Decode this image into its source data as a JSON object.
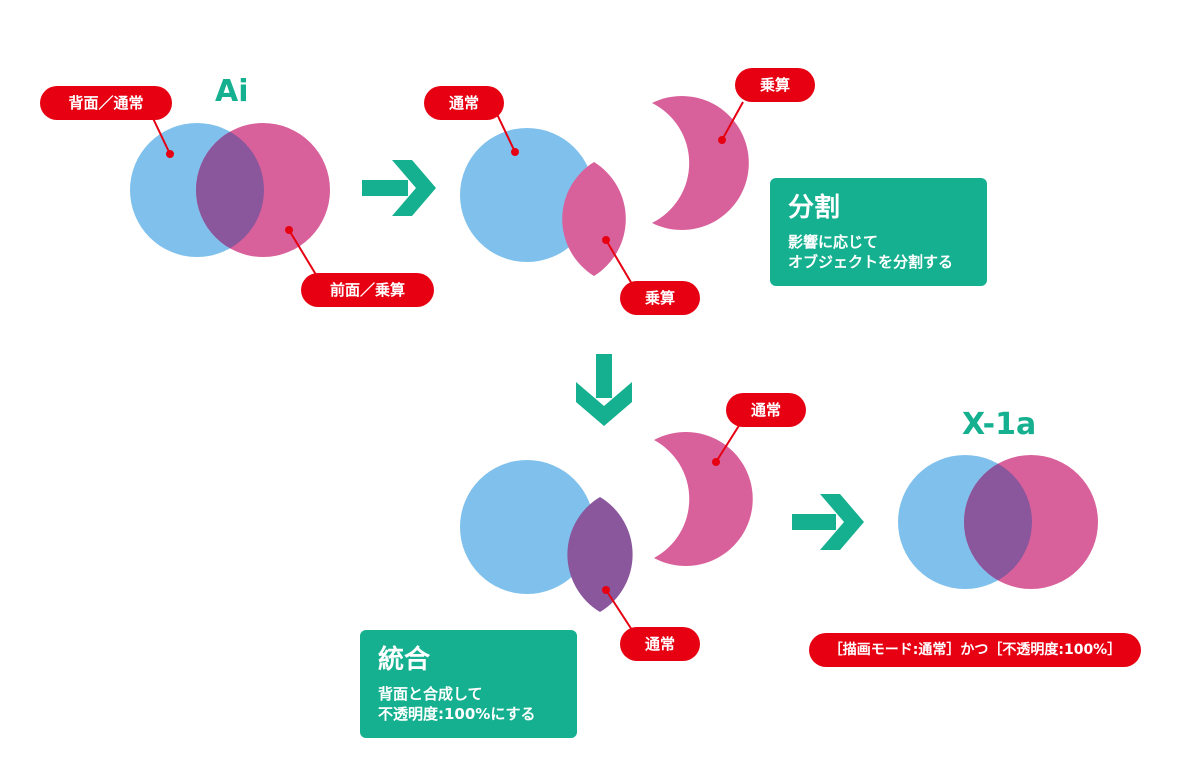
{
  "colors": {
    "normal": "#7fc1ec",
    "multiply": "#d9619b",
    "overlap": "#8a569c",
    "callout": "#e60012",
    "accent": "#15b08f"
  },
  "stage_ai": {
    "heading": "Ai",
    "label_back": "背面／通常",
    "label_front": "前面／乗算"
  },
  "stage_split": {
    "label_normal": "通常",
    "label_moon": "乗算",
    "label_lens": "乗算"
  },
  "note_split": {
    "title": "分割",
    "line1": "影響に応じて",
    "line2": "オブジェクトを分割する"
  },
  "stage_merge": {
    "label_moon": "通常",
    "label_lens": "通常"
  },
  "note_merge": {
    "title": "統合",
    "line1": "背面と合成して",
    "line2": "不透明度:100%にする"
  },
  "stage_x1a": {
    "heading": "X-1a",
    "condition": "［描画モード:通常］かつ［不透明度:100%］"
  }
}
